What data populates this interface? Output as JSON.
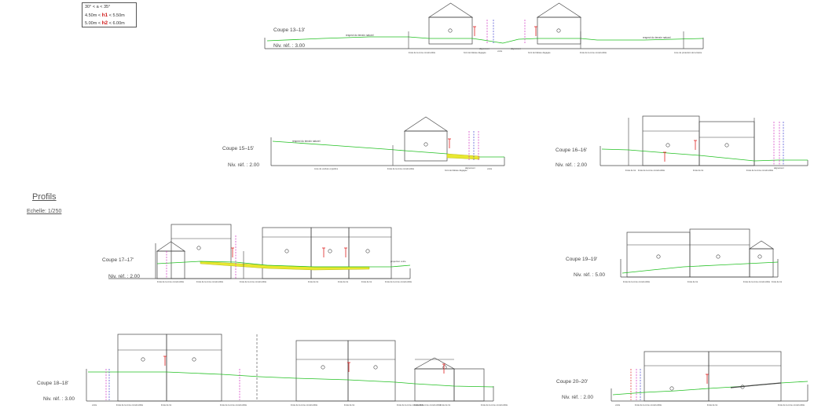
{
  "legend": {
    "row1": {
      "a": "30°",
      "op1": "<",
      "mid": "a",
      "op2": "<",
      "b": "35°"
    },
    "row2": {
      "a": "4.50m",
      "op1": "<",
      "mid": "h1",
      "op2": "<",
      "b": "5.50m"
    },
    "row3": {
      "a": "5.00m",
      "op1": "<",
      "mid": "h2",
      "op2": "<",
      "b": "6.00m"
    }
  },
  "heading": {
    "title": "Profils",
    "scale": "Echelle: 1/250"
  },
  "colors": {
    "terrain": "#22c022",
    "line": "#444444",
    "red": "#e02020",
    "magenta": "#d030c0",
    "blue": "#4040d0",
    "yellow": "#e8e830"
  },
  "sections": [
    {
      "id": "c13",
      "label": "Coupe 13–13'",
      "ref": "Niv. réf. : 3.00",
      "notes": [
        "respect du terrain naturel",
        "respect du terrain naturel"
      ],
      "limits": [
        "limite de la zone constructible",
        "front de bâtisse dégagée",
        "alignement",
        "voirie",
        "alignement",
        "front de bâtisse dégagée",
        "limite de la zone constructible",
        "zone de protection de la lisière"
      ]
    },
    {
      "id": "c15",
      "label": "Coupe 15–15'",
      "ref": "Niv. réf. : 2.00",
      "notes": [
        "respect du terrain naturel"
      ],
      "limits": [
        "zone de verdure et jardins",
        "limite de la zone constructible",
        "front de bâtisse dégagée",
        "alignement",
        "voirie"
      ]
    },
    {
      "id": "c16",
      "label": "Coupe 16–16'",
      "ref": "Niv. réf. : 2.00",
      "limits": [
        "limite de lot",
        "limite de la zone constructible",
        "limite de lot",
        "limite de la zone constructible",
        "alignement"
      ]
    },
    {
      "id": "c17",
      "label": "Coupe 17–17'",
      "ref": "Niv. réf. : 2.00",
      "notes": [
        "projection voirie"
      ],
      "limits": [
        "limite de la zone constructible",
        "limite de la zone constructible",
        "limite de la zone constructible",
        "limite de lot",
        "limite de lot",
        "limite de lot",
        "limite de la zone constructible"
      ]
    },
    {
      "id": "c19",
      "label": "Coupe 19–19'",
      "ref": "Niv. réf. : 5.00",
      "limits": [
        "limite de la zone constructible",
        "limite de lot",
        "limite de la zone constructible",
        "limite de lot"
      ]
    },
    {
      "id": "c18",
      "label": "Coupe 18–18'",
      "ref": "Niv. réf. : 3.00",
      "limits": [
        "voirie",
        "limite de la zone constructible",
        "limite de lot",
        "limite de la zone constructible",
        "limite de la zone constructible",
        "limite de lot",
        "limite de la zone constructible",
        "limite de la zone constructible",
        "limite de lot",
        "limite de la zone constructible"
      ]
    },
    {
      "id": "c20",
      "label": "Coupe 20–20'",
      "ref": "Niv. réf. : 2.00",
      "limits": [
        "voirie",
        "limite de la zone constructible",
        "limite de lot",
        "limite de la zone constructible"
      ]
    }
  ]
}
